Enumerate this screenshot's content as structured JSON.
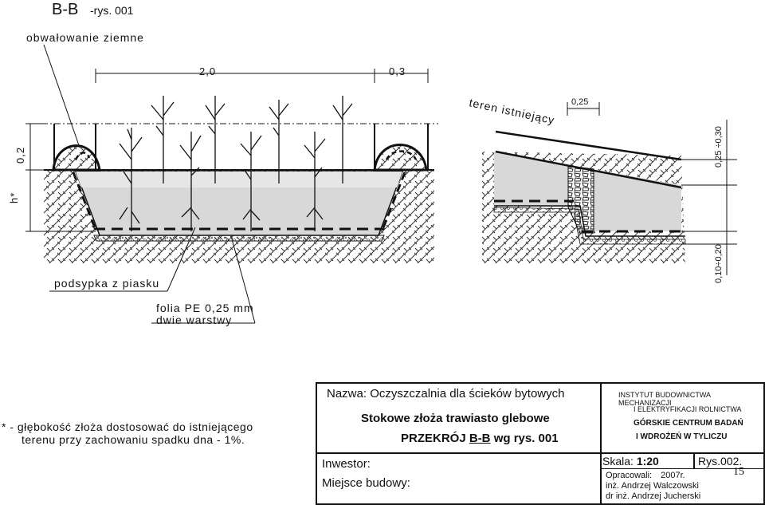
{
  "section": {
    "code": "B-B",
    "ref": "-rys. 001"
  },
  "labels": {
    "embankment": "obwałowanie ziemne",
    "existing_ground": "teren istniejący",
    "sand_bedding": "podsypka z piasku",
    "foil_line1": "folia PE 0,25 mm",
    "foil_line2": "dwie warstwy"
  },
  "dimensions": {
    "width_main": "2,0",
    "width_side": "0,3",
    "offset": "0,25",
    "height_embankment": "0,2",
    "depth": "h*",
    "slope_range": "0,25 ÷0,30",
    "base_range": "0,10÷0,20"
  },
  "footnote": {
    "line1": "* - głębokość złoża dostosować do istniejącego",
    "line2": "terenu przy zachowaniu spadku dna - 1%."
  },
  "title_block": {
    "name_label": "Nazwa:",
    "name_value": "Oczyszczalnia dla ścieków bytowych",
    "subtitle": "Stokowe złoża trawiasto glebowe",
    "section_title_a": "PRZEKRÓJ ",
    "section_title_b": "B-B",
    "section_title_c": " wg rys. 001",
    "investor_label": "Inwestor:",
    "site_label": "Miejsce budowy:",
    "institute_line1": "INSTYTUT BUDOWNICTWA MECHANIZACJI",
    "institute_line2": "I ELEKTRYFIKACJI ROLNICTWA",
    "institute_line3": "GÓRSKIE CENTRUM BADAŃ",
    "institute_line4": "I WDROŻEŃ W TYLICZU",
    "scale_label": "Skala:",
    "scale_value": "1:20",
    "drawing_no": "Rys.002.",
    "sheet_no": "15",
    "prepared_label": "Opracowali:",
    "prepared_year": "2007r.",
    "author1": "inż. Andrzej Walczowski",
    "author2": "dr inż. Andrzej Jucherski"
  },
  "colors": {
    "line": "#111111",
    "fill_bed": "#dcdcdc",
    "hatch": "#333333"
  }
}
